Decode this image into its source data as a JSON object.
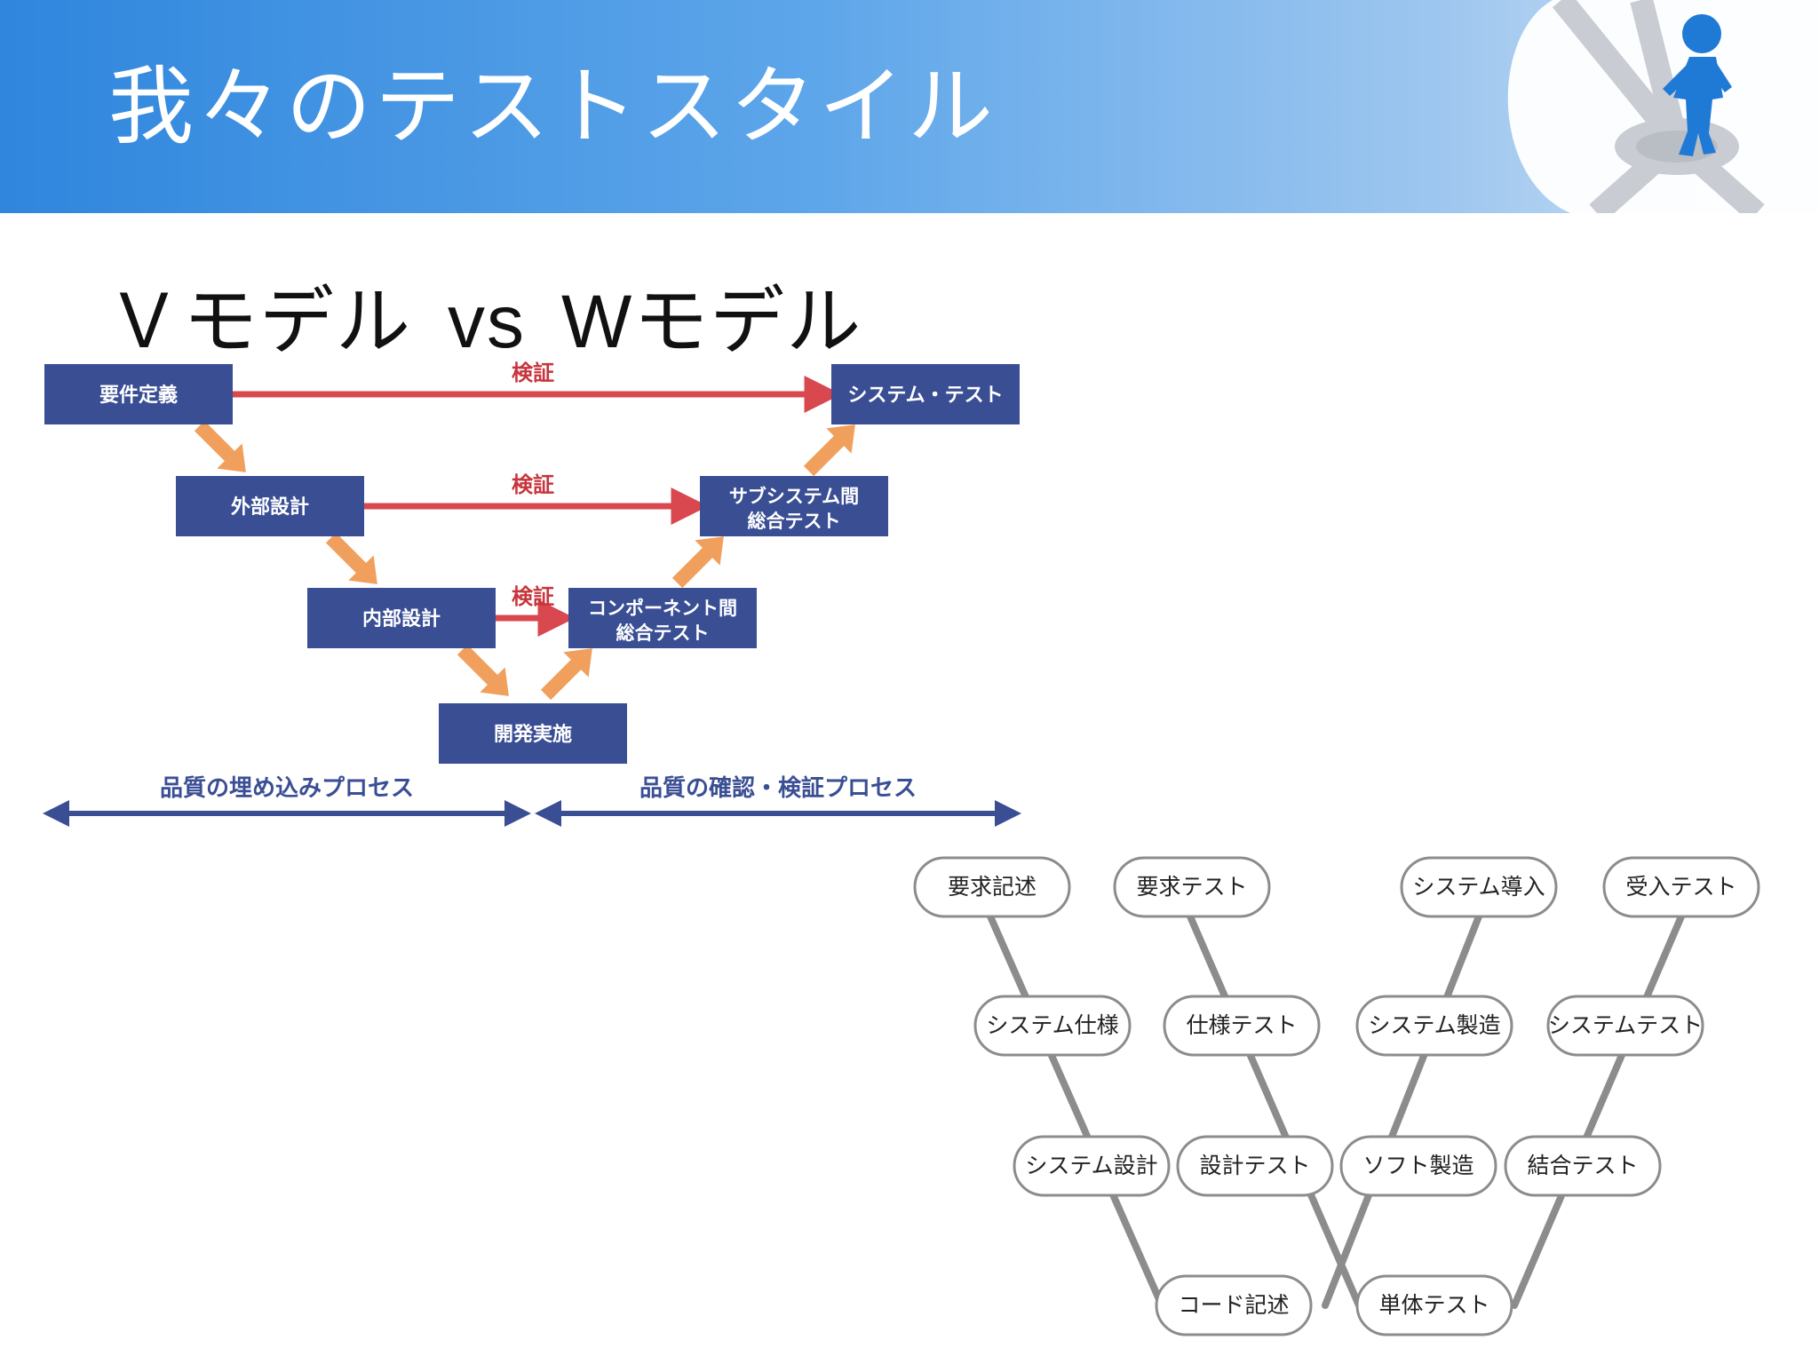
{
  "header": {
    "title": "我々のテストスタイル",
    "gradient_start": "#2f86dd",
    "gradient_end": "#d6e6f6",
    "corner_image": "person-at-crossroads-icon"
  },
  "subtitle": {
    "left": "Ｖモデル",
    "vs": "vs",
    "right": "Wモデル"
  },
  "vmodel": {
    "box_color": "#3a4e94",
    "verify_color": "#d9474f",
    "flow_arrow_color": "#f0a05c",
    "process_arrow_color": "#3a4e94",
    "boxes": {
      "requirements": "要件定義",
      "external_design": "外部設計",
      "internal_design": "内部設計",
      "implementation": "開発実施",
      "component_test_line1": "コンポーネント間",
      "component_test_line2": "総合テスト",
      "subsystem_test_line1": "サブシステム間",
      "subsystem_test_line2": "総合テスト",
      "system_test": "システム・テスト"
    },
    "verify_labels": [
      "検証",
      "検証",
      "検証"
    ],
    "process_left": "品質の埋め込みプロセス",
    "process_right": "品質の確認・検証プロセス"
  },
  "wmodel": {
    "line_color": "#8c8c8c",
    "nodes": {
      "req_desc": "要求記述",
      "req_test": "要求テスト",
      "sys_intro": "システム導入",
      "accept_test": "受入テスト",
      "sys_spec": "システム仕様",
      "spec_test": "仕様テスト",
      "sys_mfg": "システム製造",
      "sys_test": "システムテスト",
      "sys_design": "システム設計",
      "design_test": "設計テスト",
      "soft_mfg": "ソフト製造",
      "integ_test": "結合テスト",
      "code_desc": "コード記述",
      "unit_test": "単体テスト"
    }
  }
}
